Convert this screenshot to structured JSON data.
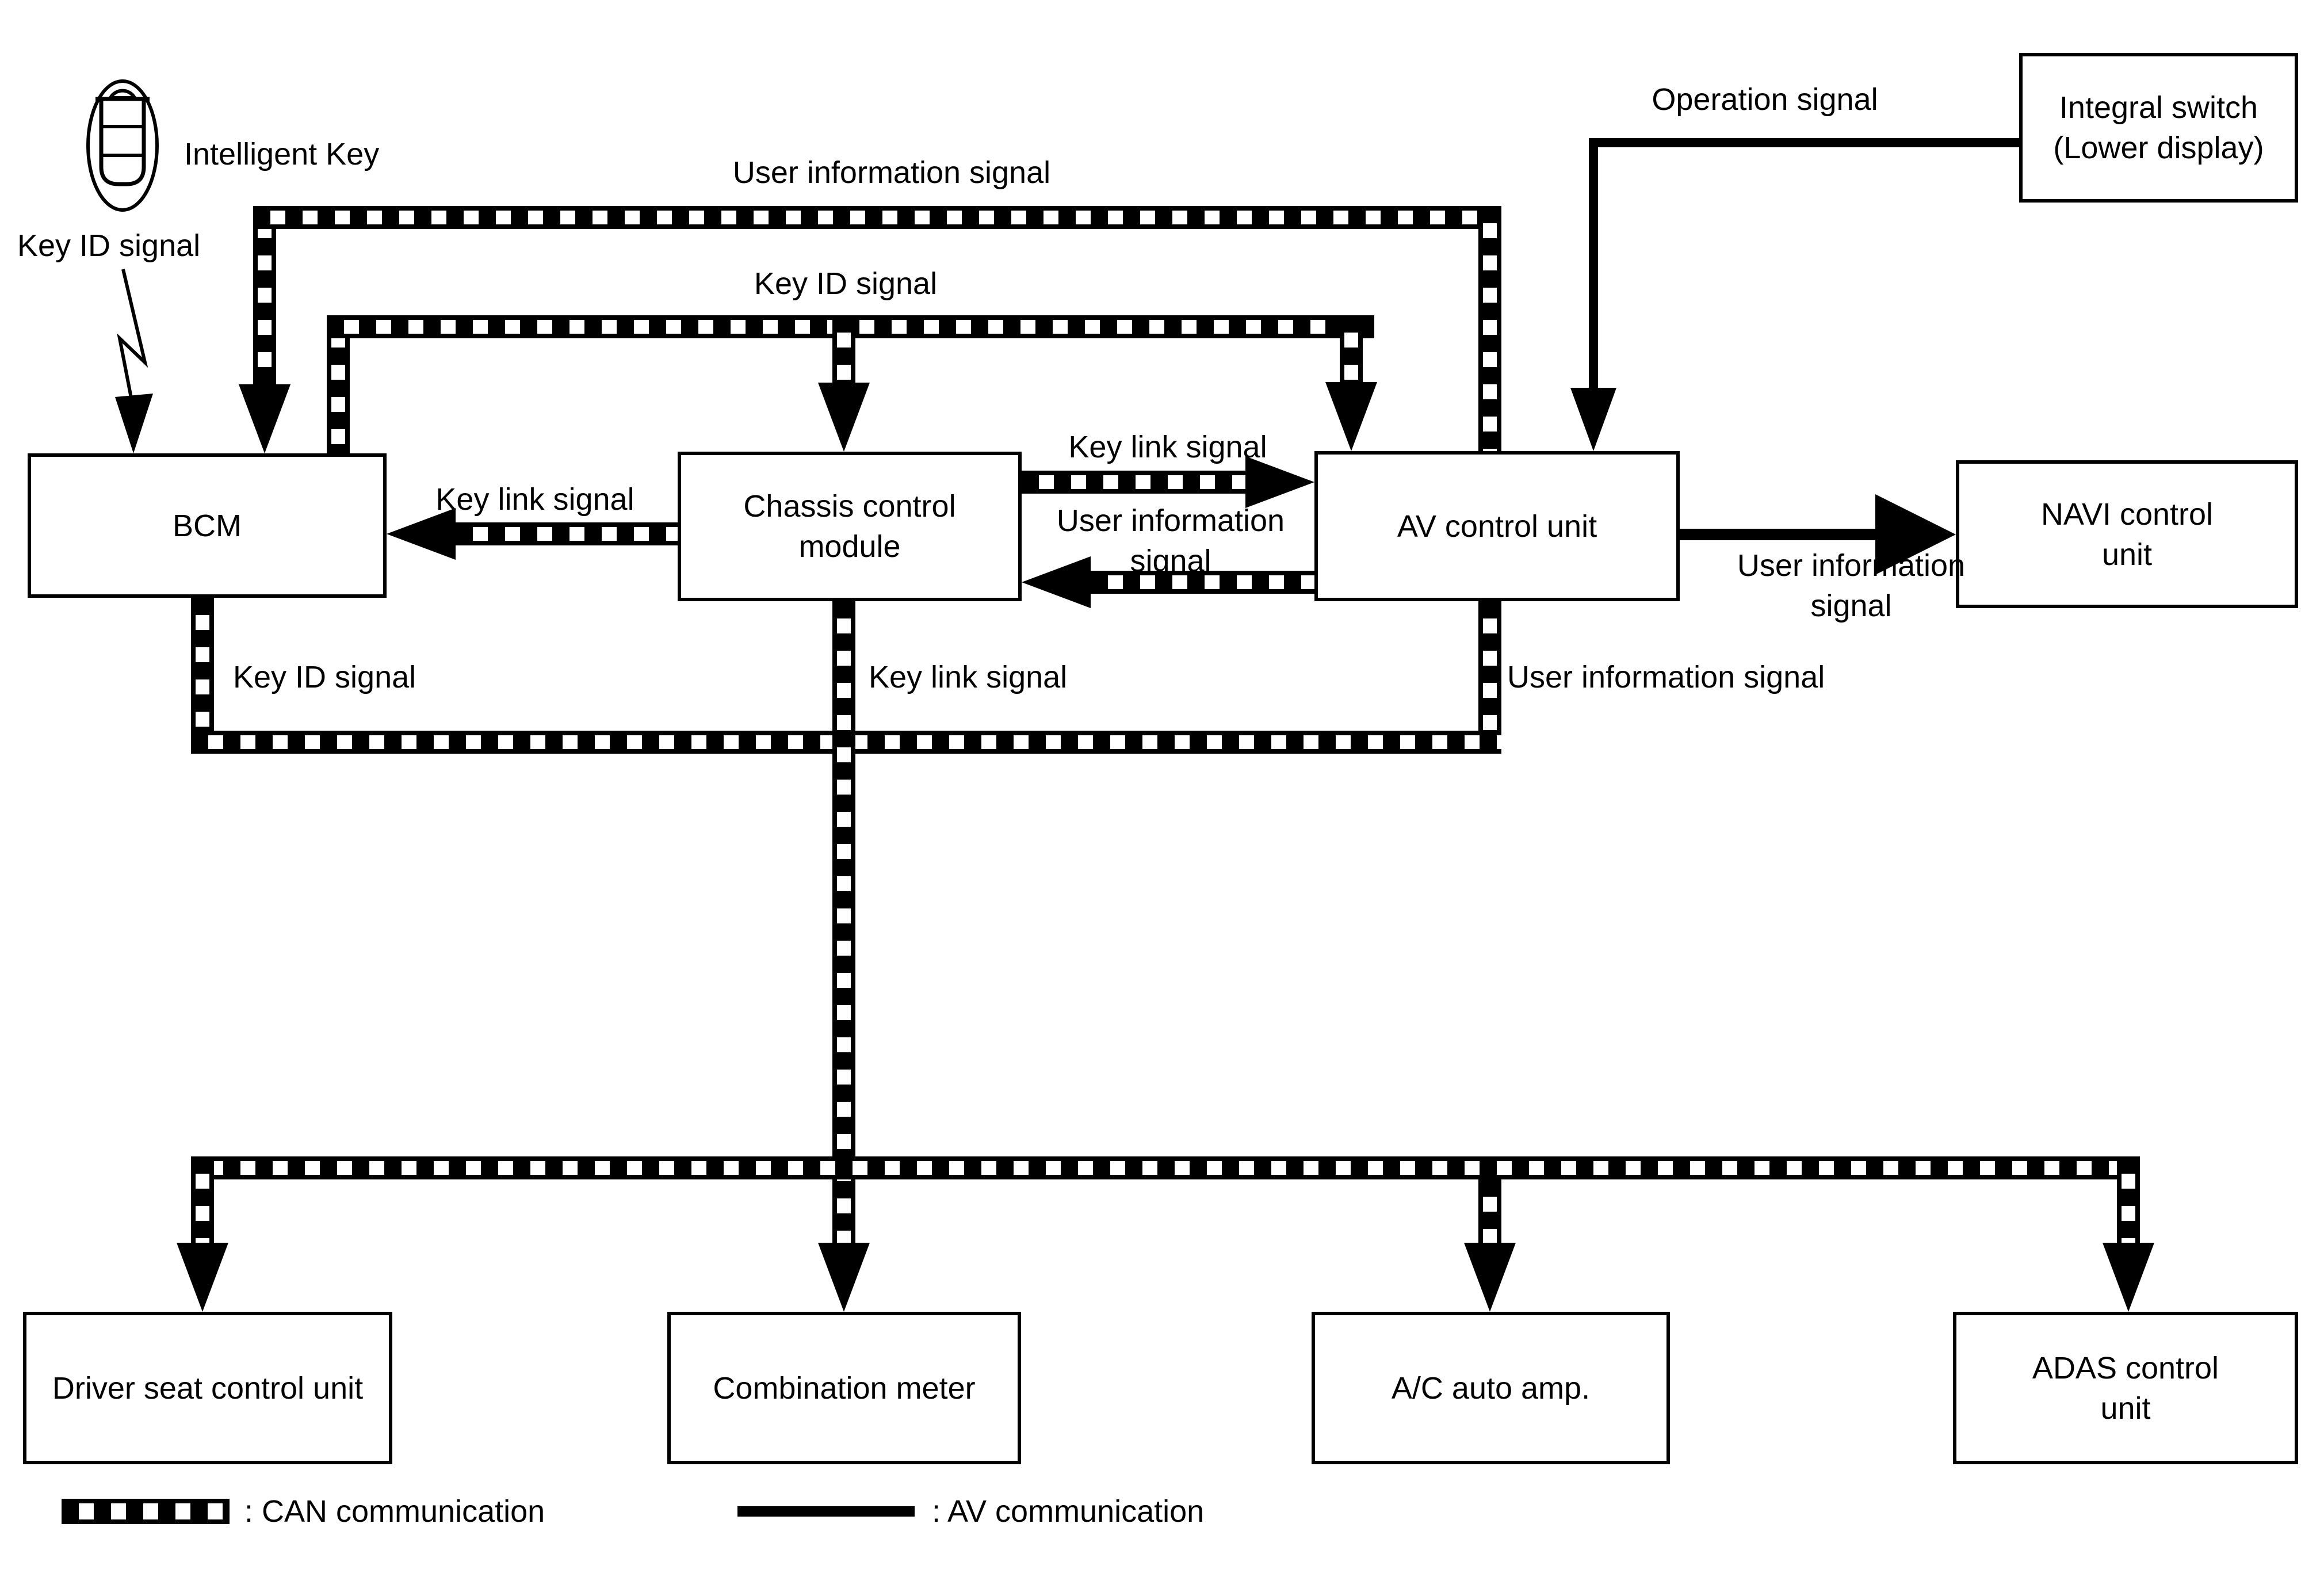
{
  "colors": {
    "line": "#000000",
    "background": "#ffffff"
  },
  "icons": {
    "intelligent_key": "intelligent-key-fob-icon",
    "wireless_signal": "lightning-arrow-icon"
  },
  "nodes": {
    "bcm": {
      "label": "BCM"
    },
    "chassis": {
      "label": "Chassis control\nmodule"
    },
    "av": {
      "label": "AV control unit"
    },
    "navi": {
      "label": "NAVI control\nunit"
    },
    "integral": {
      "label": "Integral switch\n(Lower display)"
    },
    "driver_seat": {
      "label": "Driver seat control unit"
    },
    "combination_meter": {
      "label": "Combination meter"
    },
    "ac_auto_amp": {
      "label": "A/C auto amp."
    },
    "adas": {
      "label": "ADAS control\nunit"
    }
  },
  "annotations": {
    "intelligent_key": "Intelligent Key",
    "key_id_wireless": "Key ID signal",
    "user_info_top": "User information signal",
    "key_id_line": "Key ID signal",
    "operation": "Operation signal",
    "key_link_to_bcm": "Key link signal",
    "key_link_to_av": "Key link signal",
    "user_info_to_chassis": "User information\nsignal",
    "user_info_to_navi": "User information\nsignal",
    "key_id_bus": "Key ID signal",
    "key_link_bus": "Key link signal",
    "user_info_bus": "User information signal"
  },
  "legend": {
    "can_label": ": CAN communication",
    "av_label": ": AV communication"
  }
}
